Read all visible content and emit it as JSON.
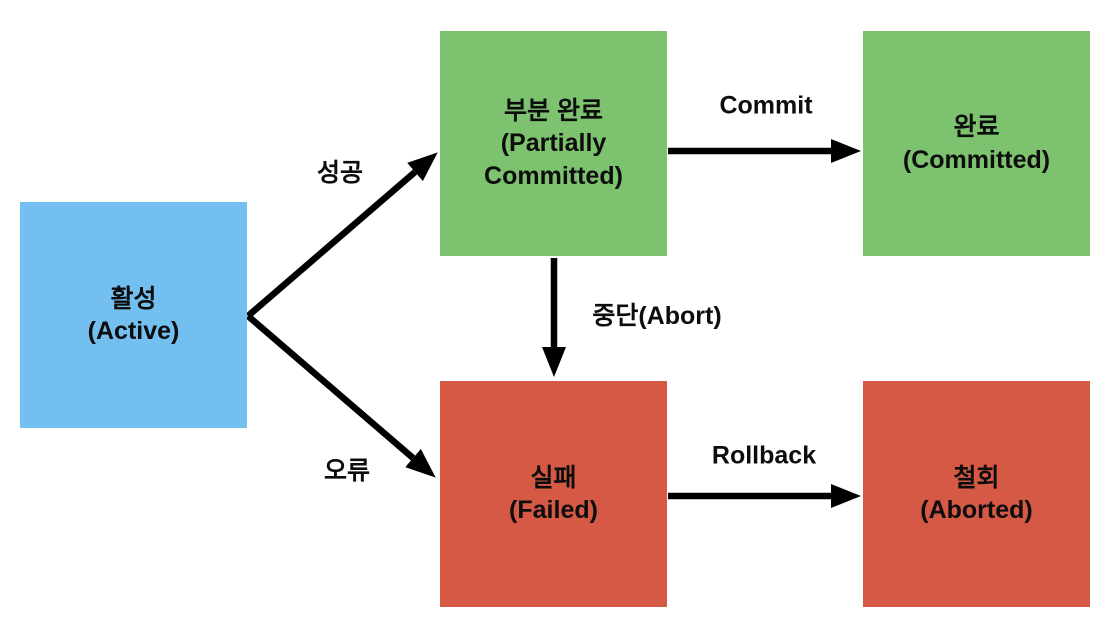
{
  "diagram": {
    "description": "Transaction state diagram (Korean)",
    "colors": {
      "active_blue": "#73BFEF",
      "success_green": "#7CC26F",
      "failure_red": "#D65945",
      "arrow": "#000000",
      "background": "#FFFFFF",
      "text": "#0D0D0D"
    },
    "nodes": {
      "active": {
        "label_ko": "활성",
        "label_en": "(Active)"
      },
      "partially_committed": {
        "label_ko": "부분 완료",
        "label_en": "(Partially Committed)"
      },
      "committed": {
        "label_ko": "완료",
        "label_en": "(Committed)"
      },
      "failed": {
        "label_ko": "실패",
        "label_en": "(Failed)"
      },
      "aborted": {
        "label_ko": "철회",
        "label_en": "(Aborted)"
      }
    },
    "edges": {
      "active_to_partial": {
        "label": "성공",
        "from": "active",
        "to": "partially_committed"
      },
      "active_to_failed": {
        "label": "오류",
        "from": "active",
        "to": "failed"
      },
      "partial_to_committed": {
        "label": "Commit",
        "from": "partially_committed",
        "to": "committed"
      },
      "partial_to_failed": {
        "label": "중단(Abort)",
        "from": "partially_committed",
        "to": "failed"
      },
      "failed_to_aborted": {
        "label": "Rollback",
        "from": "failed",
        "to": "aborted"
      }
    }
  }
}
